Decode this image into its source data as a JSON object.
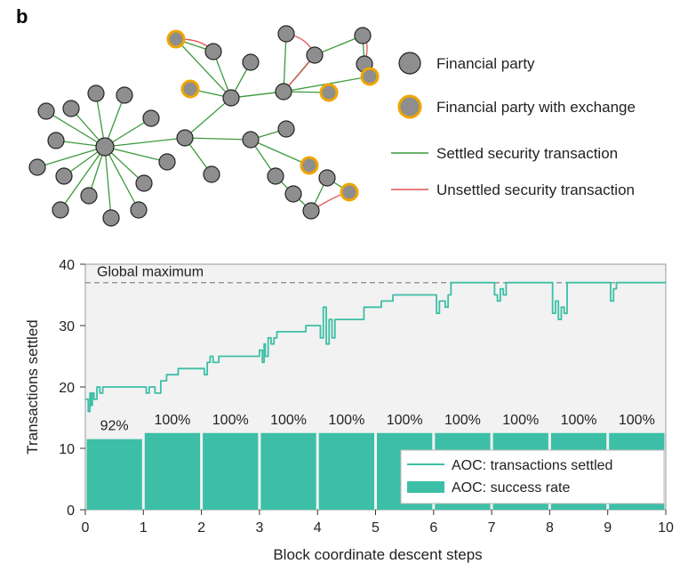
{
  "panel_label": "b",
  "network": {
    "legend": [
      {
        "key": "party",
        "label": "Financial party"
      },
      {
        "key": "exchange",
        "label": "Financial party with exchange"
      },
      {
        "key": "settled",
        "label": "Settled security transaction"
      },
      {
        "key": "unsettled",
        "label": "Unsettled security transaction"
      }
    ],
    "colors": {
      "node_fill": "#8e8e8e",
      "exchange_ring": "#f0a500",
      "settled": "#3c9a3c",
      "unsettled": "#e05555"
    }
  },
  "chart_data": {
    "type": "line",
    "xlabel": "Block coordinate descent steps",
    "ylabel": "Transactions settled",
    "xlim": [
      0,
      10
    ],
    "ylim": [
      0,
      40
    ],
    "xticks": [
      "0",
      "1",
      "2",
      "3",
      "4",
      "5",
      "6",
      "7",
      "8",
      "9",
      "10"
    ],
    "yticks": [
      "0",
      "10",
      "20",
      "30",
      "40"
    ],
    "global_max": {
      "label": "Global maximum",
      "value": 37
    },
    "grid": false,
    "legend_position": "bottom-right",
    "series": [
      {
        "name": "AOC: transactions settled",
        "kind": "line",
        "color": "#3cbfa6",
        "x": [
          0,
          0.05,
          0.08,
          0.1,
          0.12,
          0.15,
          0.2,
          0.25,
          0.3,
          0.35,
          0.45,
          0.6,
          0.8,
          1.0,
          1.05,
          1.1,
          1.2,
          1.3,
          1.4,
          1.5,
          1.55,
          1.6,
          1.8,
          2.0,
          2.05,
          2.1,
          2.15,
          2.2,
          2.3,
          2.5,
          2.8,
          3.0,
          3.05,
          3.08,
          3.1,
          3.15,
          3.2,
          3.25,
          3.3,
          3.5,
          3.8,
          4.0,
          4.05,
          4.1,
          4.15,
          4.2,
          4.25,
          4.3,
          4.5,
          4.8,
          5.0,
          5.1,
          5.3,
          5.6,
          5.9,
          6.0,
          6.05,
          6.1,
          6.2,
          6.25,
          6.3,
          6.6,
          6.9,
          7.0,
          7.05,
          7.1,
          7.15,
          7.2,
          7.25,
          7.3,
          7.6,
          7.95,
          8.0,
          8.05,
          8.1,
          8.15,
          8.2,
          8.25,
          8.3,
          8.6,
          8.95,
          9.0,
          9.05,
          9.1,
          9.15,
          9.5,
          10.0
        ],
        "y": [
          18,
          16,
          19,
          17,
          19,
          18,
          20,
          19,
          20,
          20,
          20,
          20,
          20,
          20,
          19,
          20,
          19,
          21,
          22,
          22,
          22,
          23,
          23,
          23,
          22,
          24,
          25,
          24,
          25,
          25,
          25,
          26,
          24,
          27,
          25,
          28,
          27,
          28,
          29,
          29,
          30,
          30,
          28,
          33,
          27,
          31,
          28,
          31,
          31,
          33,
          33,
          34,
          35,
          35,
          35,
          35,
          32,
          34,
          33,
          35,
          37,
          37,
          37,
          37,
          35,
          34,
          36,
          35,
          37,
          37,
          37,
          37,
          37,
          32,
          34,
          31,
          33,
          32,
          37,
          37,
          37,
          37,
          34,
          36,
          37,
          37,
          37
        ]
      },
      {
        "name": "AOC: success rate",
        "kind": "bar",
        "color": "#3cbfa6",
        "categories": [
          "0-1",
          "1-2",
          "2-3",
          "3-4",
          "4-5",
          "5-6",
          "6-7",
          "7-8",
          "8-9",
          "9-10"
        ],
        "values_percent": [
          92,
          100,
          100,
          100,
          100,
          100,
          100,
          100,
          100,
          100
        ],
        "labels": [
          "92%",
          "100%",
          "100%",
          "100%",
          "100%",
          "100%",
          "100%",
          "100%",
          "100%",
          "100%"
        ]
      }
    ]
  }
}
